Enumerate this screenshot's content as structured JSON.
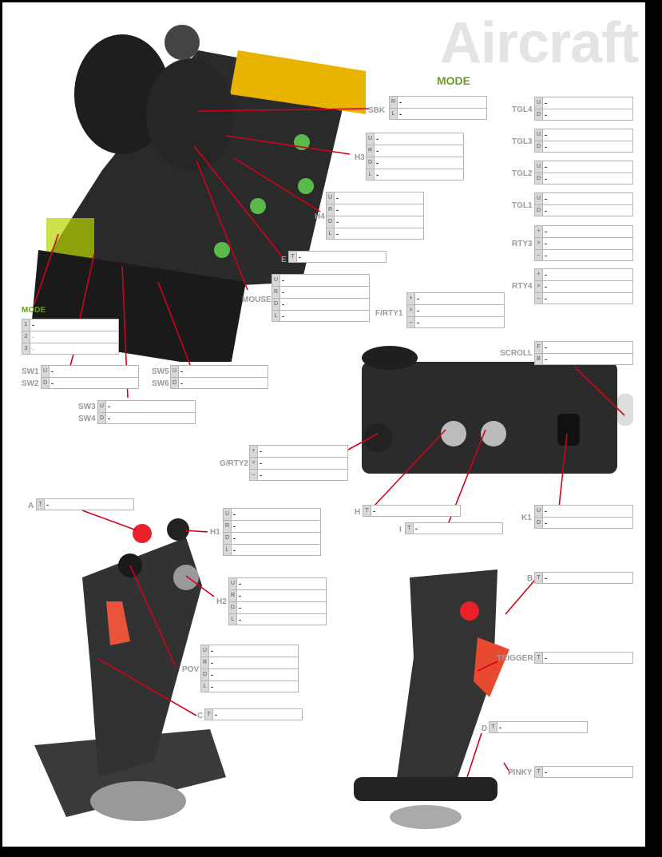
{
  "title": "Aircraft",
  "mode_label": "MODE",
  "mode_label_left": "MODE",
  "accent": "#6b9a2a",
  "line_color": "#d0021b",
  "mode_rows": [
    [
      "1",
      "-"
    ],
    [
      "2",
      "-"
    ],
    [
      "3",
      "-"
    ]
  ],
  "throttle": {
    "sbk": {
      "label": "SBK",
      "rows": [
        [
          "R",
          "-"
        ],
        [
          "L",
          "-"
        ]
      ]
    },
    "h3": {
      "label": "H3",
      "rows": [
        [
          "U",
          "-"
        ],
        [
          "R",
          "-"
        ],
        [
          "D",
          "-"
        ],
        [
          "L",
          "-"
        ]
      ]
    },
    "h4": {
      "label": "H4",
      "rows": [
        [
          "U",
          "-"
        ],
        [
          "R",
          "-"
        ],
        [
          "D",
          "-"
        ],
        [
          "L",
          "-"
        ]
      ]
    },
    "e": {
      "label": "E",
      "rows": [
        [
          "T",
          "-"
        ]
      ]
    },
    "mouse": {
      "label": "MOUSE",
      "rows": [
        [
          "U",
          "-"
        ],
        [
          "R",
          "-"
        ],
        [
          "D",
          "-"
        ],
        [
          "L",
          "-"
        ]
      ]
    },
    "frty1": {
      "label": "F/RTY1",
      "rows": [
        [
          "+",
          "-"
        ],
        [
          ">",
          "-"
        ],
        [
          "–",
          "-"
        ]
      ]
    },
    "sw1sw2": {
      "labels": [
        "SW1",
        "SW2"
      ],
      "rows": [
        [
          "U",
          "-"
        ],
        [
          "D",
          "-"
        ]
      ]
    },
    "sw5sw6": {
      "labels": [
        "SW5",
        "SW6"
      ],
      "rows": [
        [
          "U",
          "-"
        ],
        [
          "D",
          "-"
        ]
      ]
    },
    "sw3sw4": {
      "labels": [
        "SW3",
        "SW4"
      ],
      "rows": [
        [
          "U",
          "-"
        ],
        [
          "D",
          "-"
        ]
      ]
    }
  },
  "toggles": {
    "tgl4": {
      "label": "TGL4",
      "rows": [
        [
          "U",
          "-"
        ],
        [
          "D",
          "-"
        ]
      ]
    },
    "tgl3": {
      "label": "TGL3",
      "rows": [
        [
          "U",
          "-"
        ],
        [
          "D",
          "-"
        ]
      ]
    },
    "tgl2": {
      "label": "TGL2",
      "rows": [
        [
          "U",
          "-"
        ],
        [
          "D",
          "-"
        ]
      ]
    },
    "tgl1": {
      "label": "TGL1",
      "rows": [
        [
          "U",
          "-"
        ],
        [
          "D",
          "-"
        ]
      ]
    },
    "rty3": {
      "label": "RTY3",
      "rows": [
        [
          "+",
          "-"
        ],
        [
          ">",
          "-"
        ],
        [
          "–",
          "-"
        ]
      ]
    },
    "rty4": {
      "label": "RTY4",
      "rows": [
        [
          "+",
          "-"
        ],
        [
          ">",
          "-"
        ],
        [
          "–",
          "-"
        ]
      ]
    }
  },
  "side": {
    "scroll": {
      "label": "SCROLL",
      "rows": [
        [
          "F",
          "-"
        ],
        [
          "B",
          "-"
        ]
      ]
    },
    "grty2": {
      "label": "G/RTY2",
      "rows": [
        [
          "+",
          "-"
        ],
        [
          ">",
          "-"
        ],
        [
          "–",
          "-"
        ]
      ]
    },
    "h": {
      "label": "H",
      "rows": [
        [
          "T",
          "-"
        ]
      ]
    },
    "i": {
      "label": "I",
      "rows": [
        [
          "T",
          "-"
        ]
      ]
    },
    "k1": {
      "label": "K1",
      "rows": [
        [
          "U",
          "-"
        ],
        [
          "D",
          "-"
        ]
      ]
    }
  },
  "stick": {
    "a": {
      "label": "A",
      "rows": [
        [
          "T",
          "-"
        ]
      ]
    },
    "h1": {
      "label": "H1",
      "rows": [
        [
          "U",
          "-"
        ],
        [
          "R",
          "-"
        ],
        [
          "D",
          "-"
        ],
        [
          "L",
          "-"
        ]
      ]
    },
    "h2": {
      "label": "H2",
      "rows": [
        [
          "U",
          "-"
        ],
        [
          "R",
          "-"
        ],
        [
          "D",
          "-"
        ],
        [
          "L",
          "-"
        ]
      ]
    },
    "pov": {
      "label": "POV",
      "rows": [
        [
          "U",
          "-"
        ],
        [
          "R",
          "-"
        ],
        [
          "D",
          "-"
        ],
        [
          "L",
          "-"
        ]
      ]
    },
    "c": {
      "label": "C",
      "rows": [
        [
          "T",
          "-"
        ]
      ]
    },
    "b": {
      "label": "B",
      "rows": [
        [
          "T",
          "-"
        ]
      ]
    },
    "trigger": {
      "label": "TRIGGER",
      "rows": [
        [
          "T",
          "-"
        ]
      ]
    },
    "d": {
      "label": "D",
      "rows": [
        [
          "T",
          "-"
        ]
      ]
    },
    "pinky": {
      "label": "PINKY",
      "rows": [
        [
          "T",
          "-"
        ]
      ]
    }
  }
}
